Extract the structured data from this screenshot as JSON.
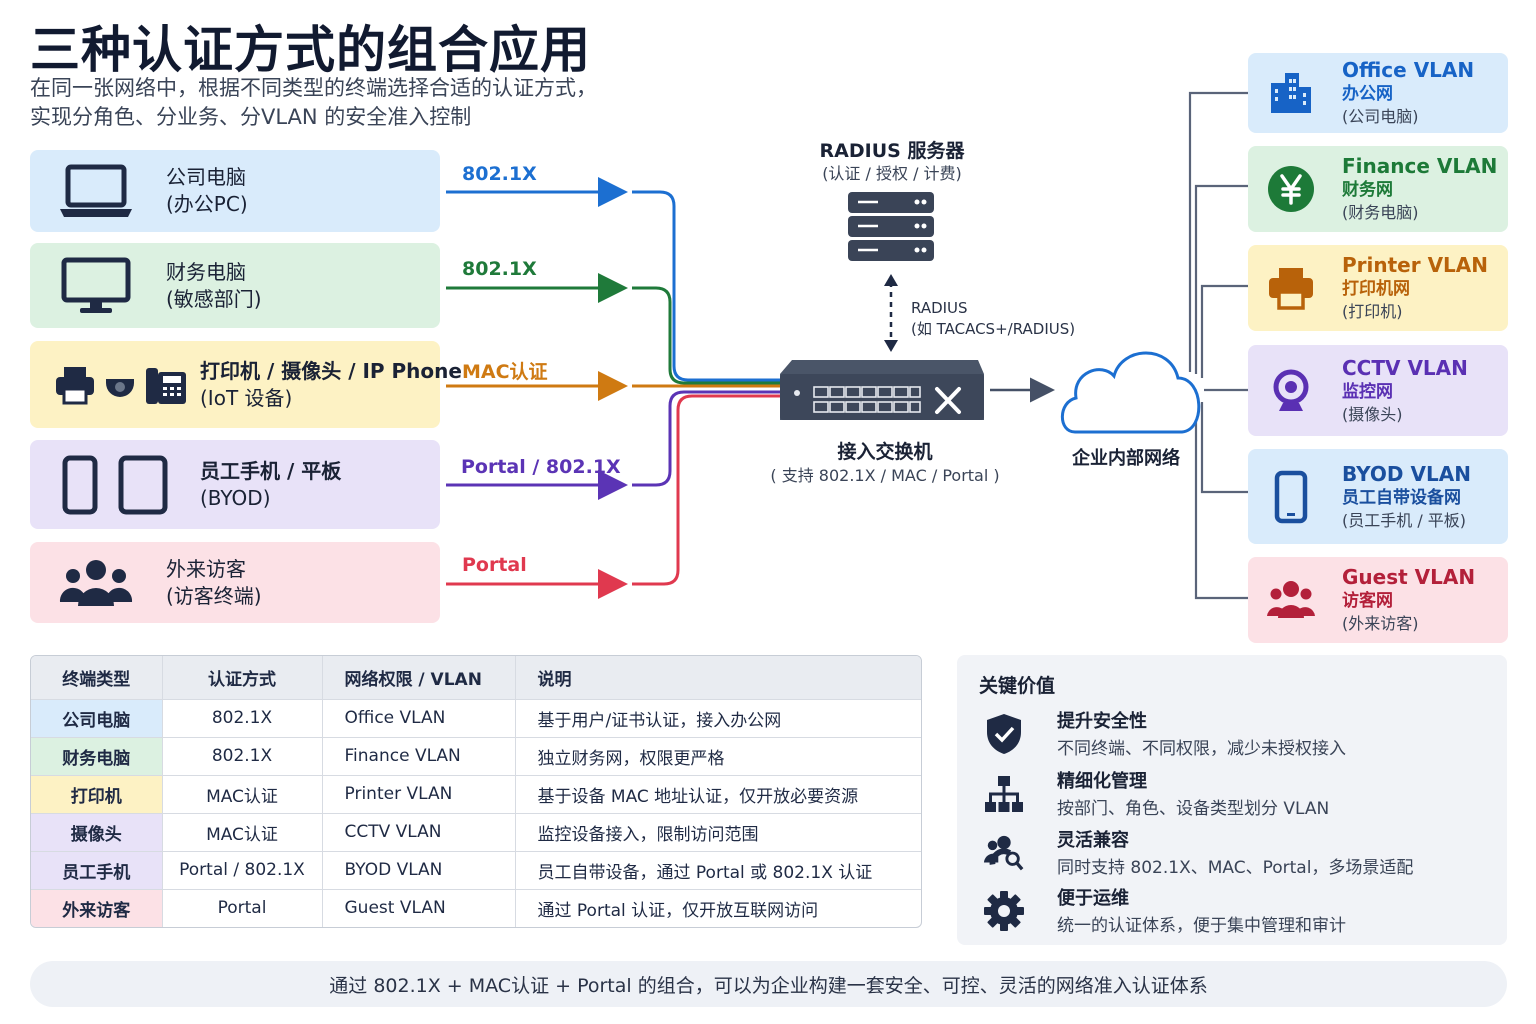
{
  "header": {
    "title": "三种认证方式的组合应用",
    "subtitle_line1": "在同一张网络中，根据不同类型的终端选择合适的认证方式，",
    "subtitle_line2": "实现分角色、分业务、分VLAN 的安全准入控制"
  },
  "endpoints": [
    {
      "name": "公司电脑",
      "sub": "(办公PC)",
      "auth": "802.1X",
      "bg": "#d9ebfb",
      "color": "#1c6fd1",
      "icons": [
        "laptop-icon"
      ]
    },
    {
      "name": "财务电脑",
      "sub": "(敏感部门)",
      "auth": "802.1X",
      "bg": "#dcf1e1",
      "color": "#1f7a3a",
      "icons": [
        "monitor-icon"
      ]
    },
    {
      "name": "打印机 / 摄像头 / IP Phone",
      "sub": "(IoT 设备)",
      "auth": "MAC认证",
      "bg": "#fdf2c4",
      "color": "#cf7a12",
      "icons": [
        "printer-icon",
        "camera-icon",
        "ip-phone-icon"
      ]
    },
    {
      "name": "员工手机 / 平板",
      "sub": "(BYOD)",
      "auth": "Portal / 802.1X",
      "bg": "#e8e2f8",
      "color": "#5b34b5",
      "icons": [
        "phone-icon",
        "tablet-icon"
      ]
    },
    {
      "name": "外来访客",
      "sub": "(访客终端)",
      "auth": "Portal",
      "bg": "#fce1e6",
      "color": "#e0394f",
      "icons": [
        "visitors-icon"
      ]
    }
  ],
  "center": {
    "radius_title": "RADIUS 服务器",
    "radius_sub": "(认证 / 授权 / 计费)",
    "radius_proto_1": "RADIUS",
    "radius_proto_2": "(如 TACACS+/RADIUS)",
    "switch_title": "接入交换机",
    "switch_sub": "( 支持 802.1X / MAC / Portal )",
    "cloud_label": "企业内部网络"
  },
  "vlans": [
    {
      "name": "Office VLAN",
      "net": "办公网",
      "dev": "(公司电脑)",
      "bg": "#d9ebfb",
      "color": "#1763c6",
      "icon": "building-icon"
    },
    {
      "name": "Finance VLAN",
      "net": "财务网",
      "dev": "(财务电脑)",
      "bg": "#dcf1e1",
      "color": "#1d7a38",
      "icon": "yen-icon"
    },
    {
      "name": "Printer VLAN",
      "net": "打印机网",
      "dev": "(打印机)",
      "bg": "#fdf2c4",
      "color": "#b8620a",
      "icon": "printer-icon"
    },
    {
      "name": "CCTV VLAN",
      "net": "监控网",
      "dev": "(摄像头)",
      "bg": "#e8e2f8",
      "color": "#5a30b3",
      "icon": "cctv-icon"
    },
    {
      "name": "BYOD VLAN",
      "net": "员工自带设备网",
      "dev": "(员工手机 / 平板)",
      "bg": "#d9ebfb",
      "color": "#1a4f9e",
      "icon": "phone-icon"
    },
    {
      "name": "Guest VLAN",
      "net": "访客网",
      "dev": "(外来访客)",
      "bg": "#fce1e6",
      "color": "#b3203a",
      "icon": "visitors-icon"
    }
  ],
  "table": {
    "headers": [
      "终端类型",
      "认证方式",
      "网络权限 / VLAN",
      "说明"
    ],
    "rows": [
      {
        "type": "公司电脑",
        "auth": "802.1X",
        "vlan": "Office VLAN",
        "desc": "基于用户/证书认证，接入办公网",
        "color": "#d9ebfb"
      },
      {
        "type": "财务电脑",
        "auth": "802.1X",
        "vlan": "Finance VLAN",
        "desc": "独立财务网，权限更严格",
        "color": "#dcf1e1"
      },
      {
        "type": "打印机",
        "auth": "MAC认证",
        "vlan": "Printer VLAN",
        "desc": "基于设备 MAC 地址认证，仅开放必要资源",
        "color": "#fdf2c4"
      },
      {
        "type": "摄像头",
        "auth": "MAC认证",
        "vlan": "CCTV VLAN",
        "desc": "监控设备接入，限制访问范围",
        "color": "#e8e2f8"
      },
      {
        "type": "员工手机",
        "auth": "Portal / 802.1X",
        "vlan": "BYOD VLAN",
        "desc": "员工自带设备，通过 Portal 或 802.1X 认证",
        "color": "#e8e2f8"
      },
      {
        "type": "外来访客",
        "auth": "Portal",
        "vlan": "Guest VLAN",
        "desc": "通过 Portal 认证，仅开放互联网访问",
        "color": "#fce1e6"
      }
    ]
  },
  "values": {
    "title": "关键价值",
    "items": [
      {
        "title": "提升安全性",
        "desc": "不同终端、不同权限，减少未授权接入",
        "icon": "shield-icon"
      },
      {
        "title": "精细化管理",
        "desc": "按部门、角色、设备类型划分 VLAN",
        "icon": "hierarchy-icon"
      },
      {
        "title": "灵活兼容",
        "desc": "同时支持 802.1X、MAC、Portal，多场景适配",
        "icon": "users-search-icon"
      },
      {
        "title": "便于运维",
        "desc": "统一的认证体系，便于集中管理和审计",
        "icon": "gear-icon"
      }
    ]
  },
  "footer": {
    "text": "通过 802.1X + MAC认证 + Portal 的组合，可以为企业构建一套安全、可控、灵活的网络准入认证体系"
  }
}
